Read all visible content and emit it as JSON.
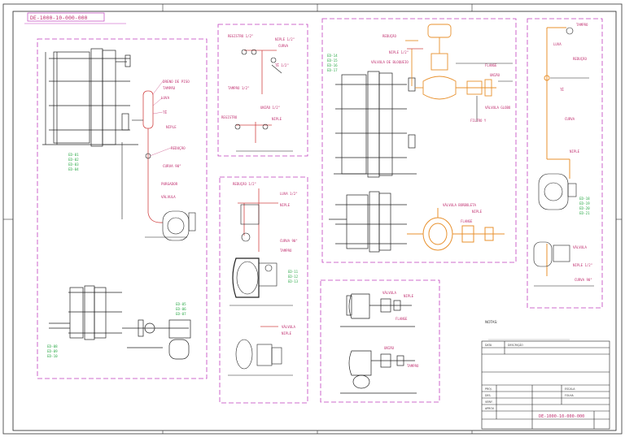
{
  "header_stamp": "DE-1000-10-000-000",
  "top_right_note": "",
  "views": {
    "a": {
      "title": "",
      "sub": ""
    },
    "b": {
      "title": "",
      "sub": ""
    },
    "c": {
      "title": "",
      "sub": ""
    },
    "d": {
      "title": "",
      "sub": ""
    },
    "e": {
      "title": "",
      "sub": ""
    },
    "f": {
      "title": "",
      "sub": ""
    }
  },
  "notes": {
    "heading": "NOTAS:",
    "line1": "",
    "line2": ""
  },
  "title_block": {
    "drawing_no": "DE-1000-10-000-000",
    "sheet": ""
  },
  "colors": {
    "border": "#222222",
    "view_frame": "#c03fbf",
    "pipe_orange": "#e8912e",
    "pipe_red": "#d24646",
    "label_red": "#c03070",
    "label_green": "#2eaa4a"
  }
}
